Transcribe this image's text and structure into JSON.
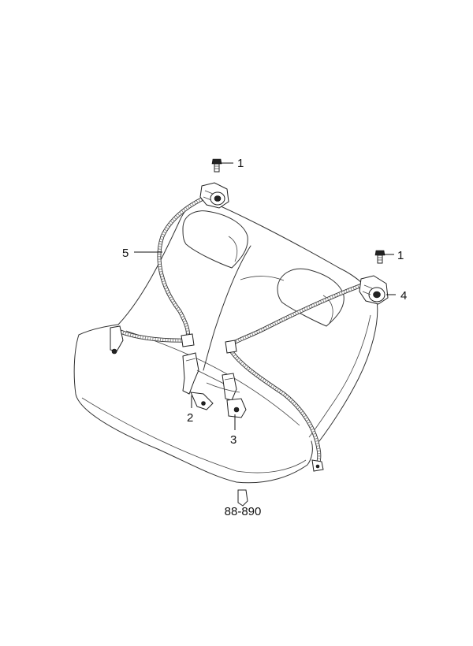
{
  "diagram": {
    "callouts": [
      {
        "id": "bolt-top-left",
        "label": "1"
      },
      {
        "id": "bolt-right",
        "label": "1"
      },
      {
        "id": "buckle-left",
        "label": "2"
      },
      {
        "id": "buckle-center",
        "label": "3"
      },
      {
        "id": "retractor-right",
        "label": "4"
      },
      {
        "id": "belt-left",
        "label": "5"
      }
    ],
    "reference": "88-890"
  }
}
